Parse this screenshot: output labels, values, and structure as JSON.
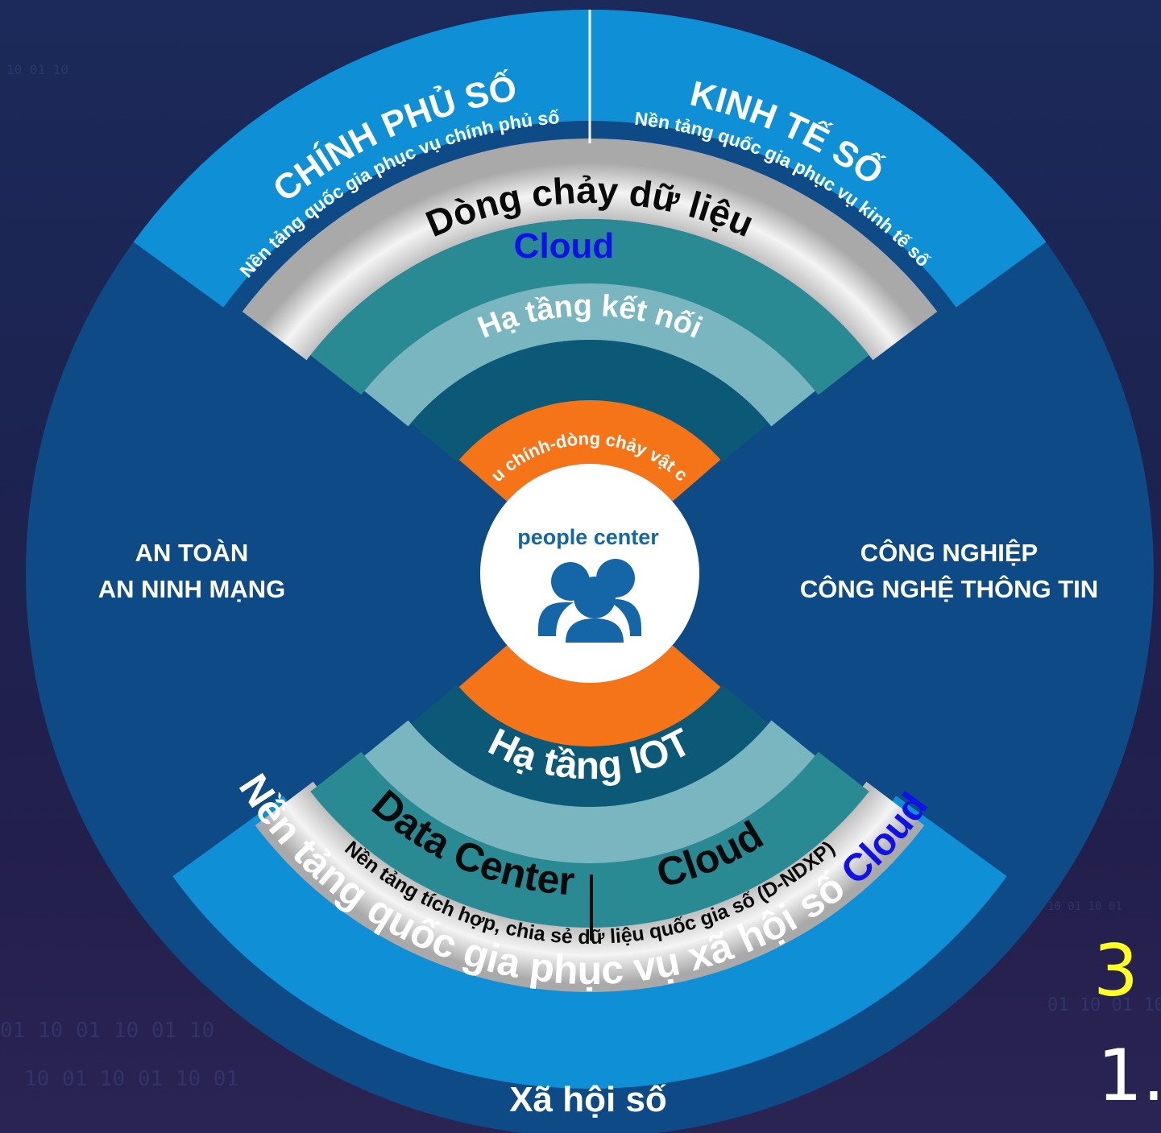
{
  "top_left": {
    "title": "CHÍNH PHỦ SỐ",
    "platform": "Nền tảng quốc gia phục vụ chính phủ số"
  },
  "top_right": {
    "title": "KINH TẾ SỐ",
    "platform": "Nền tảng quốc gia phục vụ kinh tế số"
  },
  "top_band": {
    "data_flow": "Dòng chảy dữ liệu",
    "cloud": "Cloud"
  },
  "connectivity": "Hạ tầng kết nối",
  "postal": "Bưu chính-dòng chảy vật chất",
  "center": {
    "label": "people center",
    "icon": "people-group-icon"
  },
  "left_side": {
    "line1": "AN TOÀN",
    "line2": "AN NINH MẠNG"
  },
  "right_side": {
    "line1": "CÔNG NGHIỆP",
    "line2": "CÔNG NGHỆ THÔNG TIN"
  },
  "bottom": {
    "iot": "Hạ tầng IOT",
    "data_center": "Data Center",
    "cloud_inner": "Cloud",
    "integration": "Nền tảng tích hợp, chia sẻ dữ liệu quốc gia số (D-NDXP)",
    "society_platform": "Nền tảng quốc gia phục vụ xã hội số",
    "cloud_outer": "Cloud",
    "society": "Xã hội số"
  },
  "background_binary": {
    "tl": "10 01 10",
    "bl1": "01 10 01 10 01 10",
    "bl2": "10 01 10 01 10 01",
    "br1": "10 01 10 01",
    "br2": "01 10 01 10"
  },
  "corner_numbers": {
    "a": "3",
    "b": "1."
  },
  "colors": {
    "navy": "#0e4a86",
    "sky": "#0e8fd6",
    "silver": "#d9d9d9",
    "teal": "#2a8a93",
    "light_teal": "#79b6c0",
    "dark_teal": "#0b5877",
    "orange": "#f57417",
    "white": "#ffffff",
    "icon_blue": "#1566a6",
    "cloud_blue": "#1010e8",
    "number_yellow": "#ffff22"
  }
}
